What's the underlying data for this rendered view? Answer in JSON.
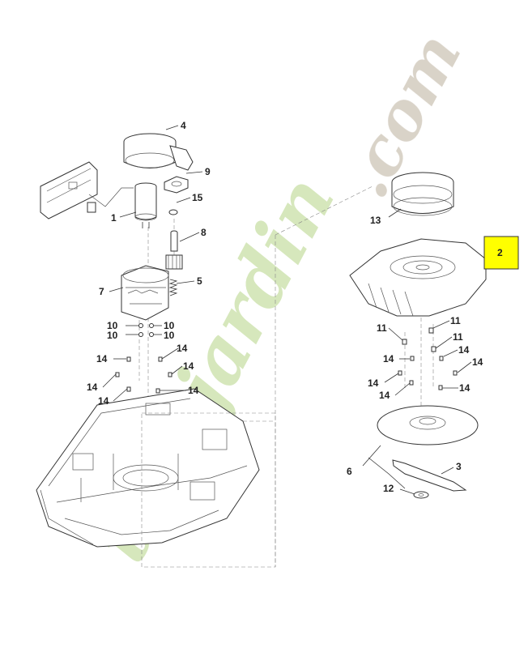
{
  "callouts": {
    "c1": "1",
    "c2": "2",
    "c3": "3",
    "c4": "4",
    "c5": "5",
    "c6": "6",
    "c7": "7",
    "c8": "8",
    "c9": "9",
    "c10a": "10",
    "c10b": "10",
    "c10c": "10",
    "c10d": "10",
    "c11a": "11",
    "c11b": "11",
    "c11c": "11",
    "c12": "12",
    "c13": "13",
    "c14a": "14",
    "c14b": "14",
    "c14c": "14",
    "c14d": "14",
    "c14e": "14",
    "c14f": "14",
    "c14g": "14",
    "c14h": "14",
    "c14i": "14",
    "c14j": "14",
    "c14k": "14",
    "c14l": "14",
    "c15": "15"
  },
  "watermark": {
    "left": "toutjardin",
    "right": ".com"
  },
  "colors": {
    "highlight": "#ffff00",
    "watermark_green": "#c8e0a8",
    "watermark_orange": "#f4b878",
    "watermark_gray": "#d0c8bc"
  }
}
